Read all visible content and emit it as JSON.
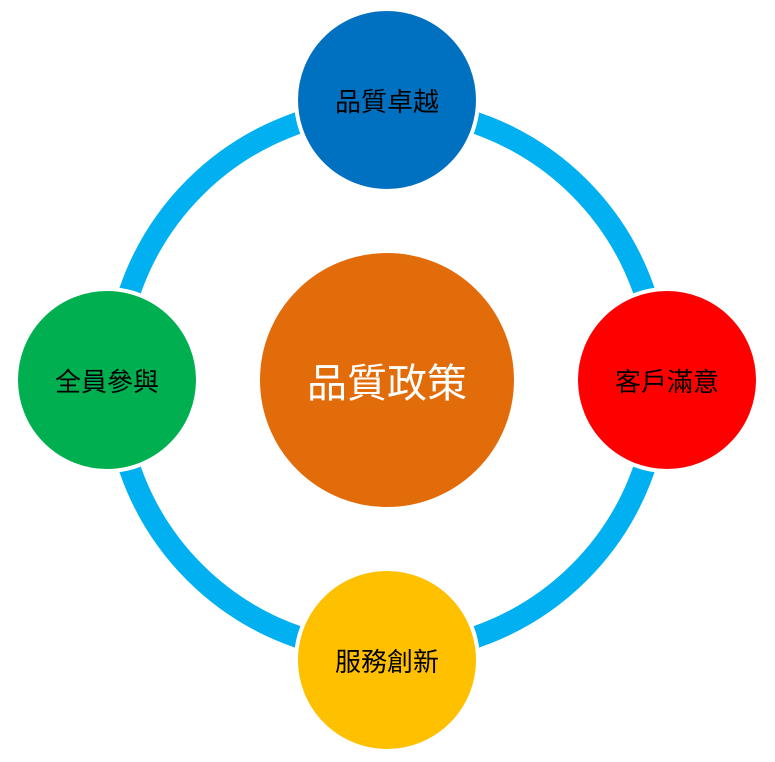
{
  "center": {
    "label": "品質政策",
    "color": "#e36c0a"
  },
  "nodes": [
    {
      "label": "品質卓越",
      "color": "#0070c0"
    },
    {
      "label": "客戶滿意",
      "color": "#ff0000"
    },
    {
      "label": "服務創新",
      "color": "#ffc000"
    },
    {
      "label": "全員參與",
      "color": "#00b050"
    }
  ],
  "ring_color": "#00b0f0"
}
